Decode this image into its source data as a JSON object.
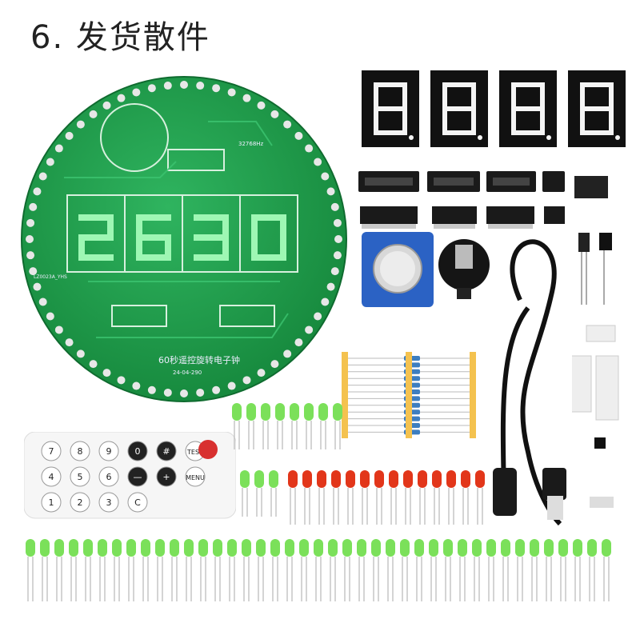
{
  "title": "6. 发货散件",
  "pcb": {
    "board_label": "60秒遥控旋转电子钟",
    "code_label": "24-04-290",
    "crystal_label": "32768Hz",
    "model_label": "LZ0023A_YHS"
  },
  "remote": {
    "buttons": [
      "7",
      "4",
      "1",
      "0",
      "#",
      "TEST",
      "8",
      "5",
      "2",
      "—",
      "+",
      "9",
      "6",
      "3",
      "C",
      "MENU"
    ]
  },
  "colors": {
    "pcb_green": "#1f9a4c",
    "display_digit_green": "#9ef7b4",
    "led_green": "#7be05a",
    "led_red": "#e2361a",
    "segment_display_black": "#111111"
  }
}
